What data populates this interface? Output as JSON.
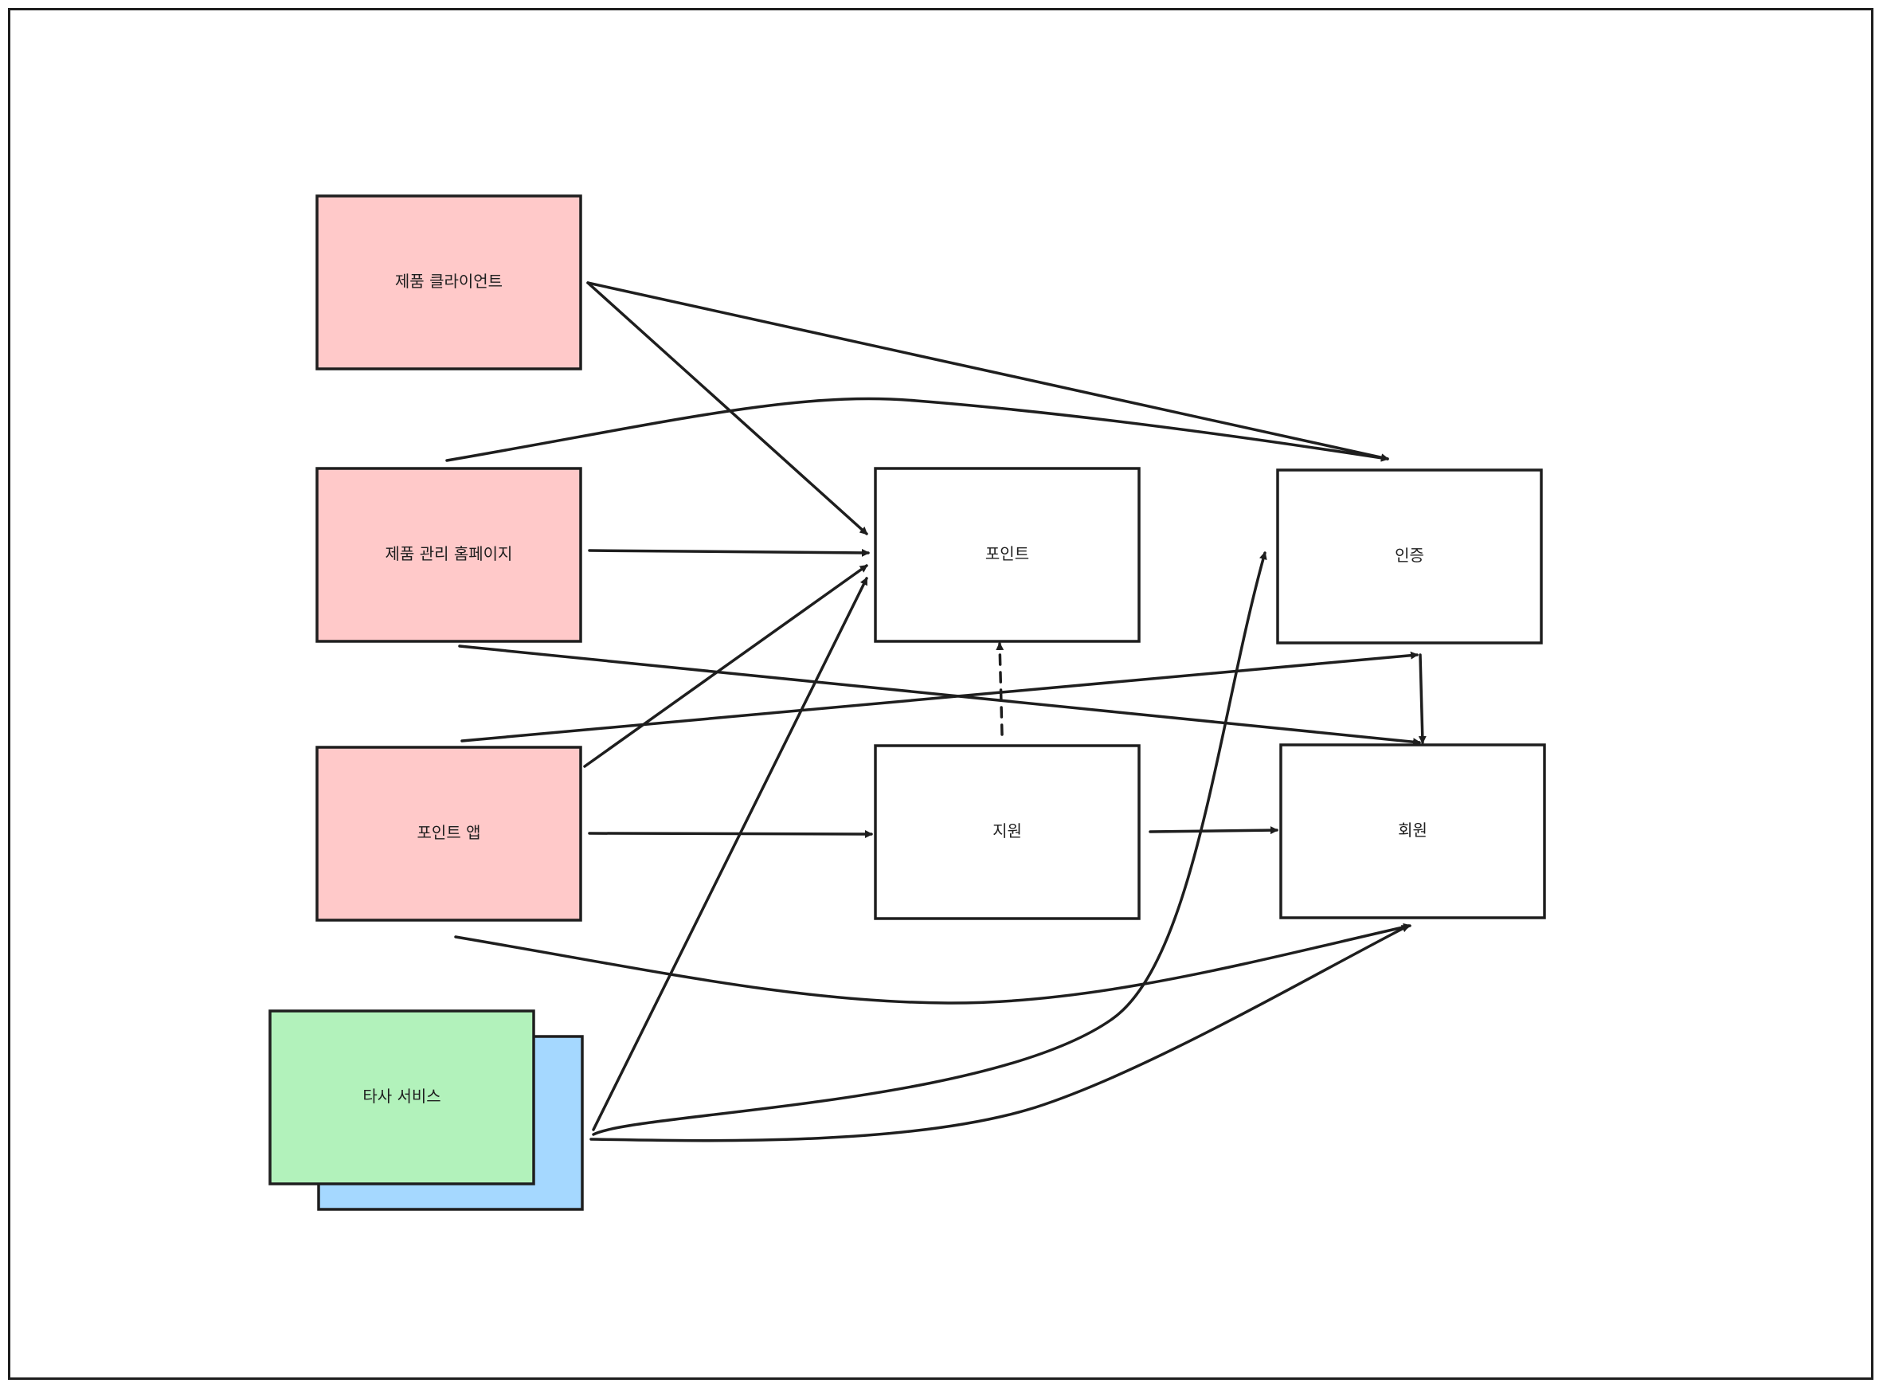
{
  "colors": {
    "client_fill": "#ffc9c9",
    "external_fill": "#b2f2bb",
    "external_shadow_fill": "#a5d8ff",
    "service_fill": "#ffffff",
    "stroke": "#1e1e1e"
  },
  "nodes": [
    {
      "id": "product-client",
      "label": "제품 클라이언트",
      "kind": "client"
    },
    {
      "id": "product-admin",
      "label": "제품 관리 홈페이지",
      "kind": "client"
    },
    {
      "id": "point-app",
      "label": "포인트 앱",
      "kind": "client"
    },
    {
      "id": "third-party",
      "label": "타사 서비스",
      "kind": "external"
    },
    {
      "id": "point",
      "label": "포인트",
      "kind": "service"
    },
    {
      "id": "support",
      "label": "지원",
      "kind": "service"
    },
    {
      "id": "auth",
      "label": "인증",
      "kind": "service"
    },
    {
      "id": "member",
      "label": "회원",
      "kind": "service"
    }
  ],
  "edges": [
    {
      "from": "product-client",
      "to": "auth",
      "style": "solid"
    },
    {
      "from": "product-client",
      "to": "point",
      "style": "solid"
    },
    {
      "from": "product-admin",
      "to": "auth",
      "style": "solid"
    },
    {
      "from": "product-admin",
      "to": "point",
      "style": "solid"
    },
    {
      "from": "product-admin",
      "to": "member",
      "style": "solid"
    },
    {
      "from": "point-app",
      "to": "auth",
      "style": "solid"
    },
    {
      "from": "point-app",
      "to": "point",
      "style": "solid"
    },
    {
      "from": "point-app",
      "to": "support",
      "style": "solid"
    },
    {
      "from": "point-app",
      "to": "member",
      "style": "solid"
    },
    {
      "from": "third-party",
      "to": "point",
      "style": "solid"
    },
    {
      "from": "third-party",
      "to": "auth",
      "style": "solid"
    },
    {
      "from": "third-party",
      "to": "member",
      "style": "solid"
    },
    {
      "from": "support",
      "to": "point",
      "style": "dashed"
    },
    {
      "from": "support",
      "to": "member",
      "style": "solid"
    },
    {
      "from": "auth",
      "to": "member",
      "style": "solid"
    }
  ]
}
